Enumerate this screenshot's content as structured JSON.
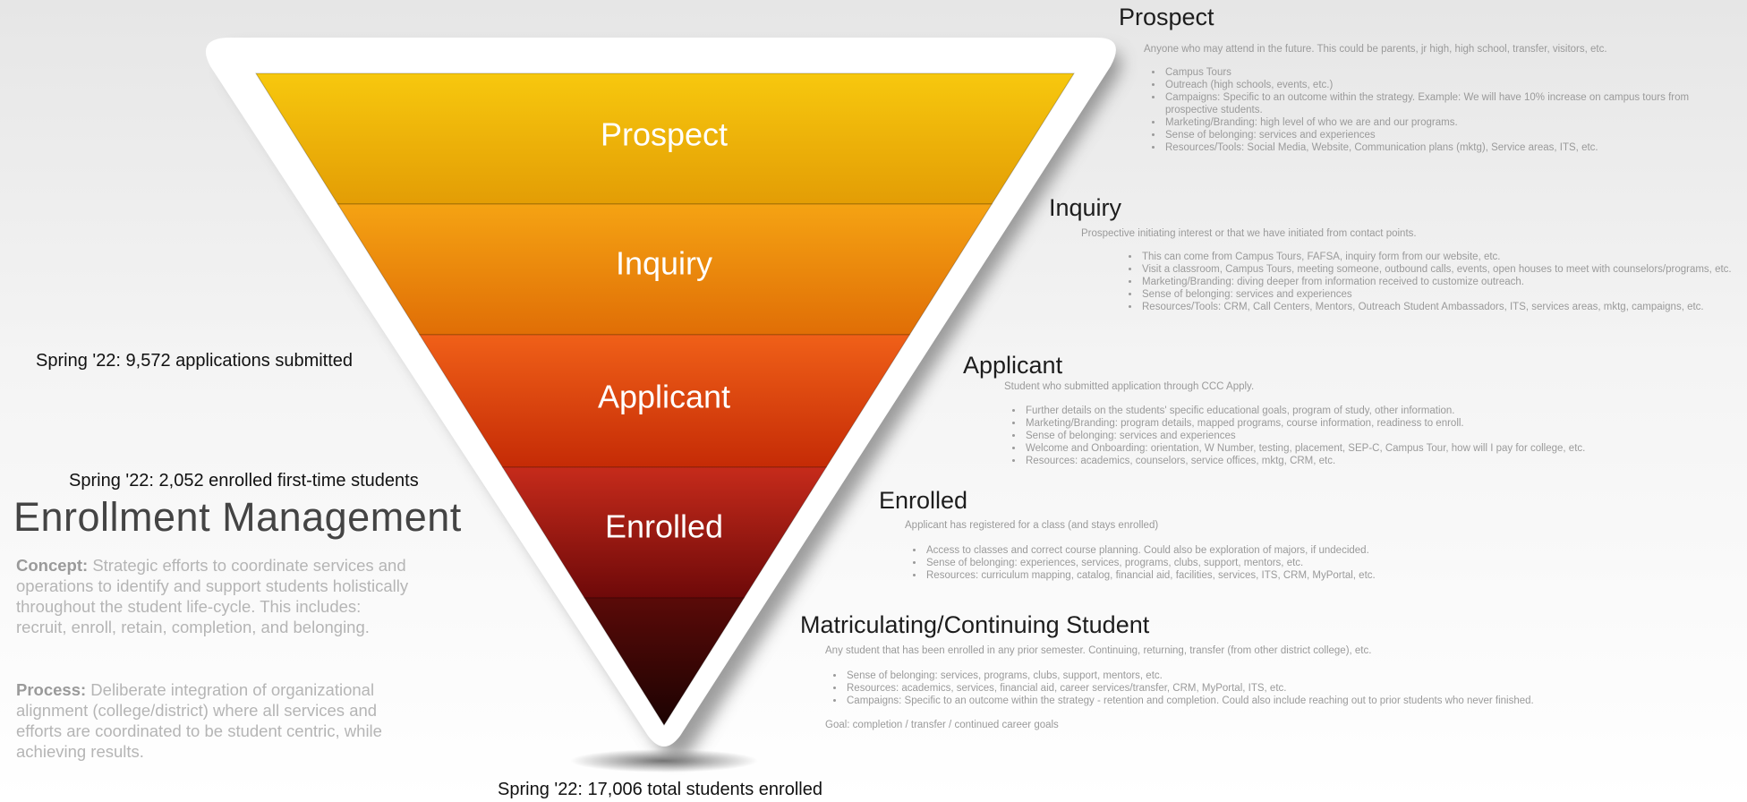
{
  "funnel": {
    "stages": [
      {
        "label": "Prospect",
        "color_top": "#f7c80e",
        "color_bottom": "#e39d05"
      },
      {
        "label": "Inquiry",
        "color_top": "#f5a313",
        "color_bottom": "#e06e06"
      },
      {
        "label": "Applicant",
        "color_top": "#f06018",
        "color_bottom": "#c52b06"
      },
      {
        "label": "Enrolled",
        "color_top": "#c62b1b",
        "color_bottom": "#6e0909"
      },
      {
        "label": "",
        "color_top": "#5a0a08",
        "color_bottom": "#1c0302"
      }
    ]
  },
  "stats": {
    "applications": "Spring '22: 9,572 applications submitted",
    "first_time": "Spring '22: 2,052 enrolled first-time students",
    "total": "Spring '22: 17,006 total students enrolled"
  },
  "em": {
    "title": "Enrollment Management",
    "concept_label": "Concept:",
    "concept_text": "Strategic efforts to coordinate services and operations to identify and support students holistically throughout the student life-cycle.  This includes: recruit, enroll, retain, completion, and belonging.",
    "process_label": "Process:",
    "process_text": "Deliberate integration of organizational alignment (college/district) where all services and efforts are coordinated to be student centric, while achieving results."
  },
  "details": {
    "prospect": {
      "title": "Prospect",
      "desc": "Anyone who may attend in the future. This could be parents, jr high, high school, transfer, visitors, etc.",
      "bullets": [
        "Campus Tours",
        "Outreach (high schools, events, etc.)",
        "Campaigns: Specific to an outcome within the strategy.  Example:  We will have 10% increase on campus tours from prospective students.",
        "Marketing/Branding:  high level of who we are and our programs.",
        "Sense of belonging: services and experiences",
        "Resources/Tools:  Social Media, Website, Communication plans (mktg), Service areas, ITS, etc."
      ]
    },
    "inquiry": {
      "title": "Inquiry",
      "desc": "Prospective initiating interest or that we have initiated from contact points.",
      "bullets": [
        "This can come from Campus Tours, FAFSA, inquiry form from our website, etc.",
        "Visit a classroom, Campus Tours, meeting someone, outbound calls, events, open houses to meet with counselors/programs, etc.",
        "Marketing/Branding: diving deeper from information received to customize outreach.",
        "Sense of belonging: services and experiences",
        "Resources/Tools: CRM, Call Centers, Mentors, Outreach Student Ambassadors, ITS, services areas, mktg, campaigns, etc."
      ]
    },
    "applicant": {
      "title": "Applicant",
      "desc": "Student who submitted application through CCC Apply.",
      "bullets": [
        "Further details on the students' specific educational goals, program of study, other information.",
        "Marketing/Branding:  program details, mapped programs, course information, readiness to enroll.",
        "Sense of belonging: services and experiences",
        "Welcome and Onboarding:  orientation, W Number, testing, placement, SEP-C, Campus Tour, how will I pay for college, etc.",
        "Resources: academics, counselors, service offices, mktg, CRM, etc."
      ]
    },
    "enrolled": {
      "title": "Enrolled",
      "desc": "Applicant has registered for a class (and stays enrolled)",
      "bullets": [
        "Access to classes and correct course planning.  Could also be exploration of majors, if undecided.",
        "Sense of belonging:  experiences, services, programs, clubs, support, mentors, etc.",
        "Resources:  curriculum mapping, catalog, financial aid, facilities, services, ITS, CRM, MyPortal, etc."
      ]
    },
    "matriculating": {
      "title": "Matriculating/Continuing Student",
      "desc": "Any student that has been enrolled in any prior semester. Continuing, returning, transfer (from other district college), etc.",
      "bullets": [
        "Sense of belonging:  services, programs, clubs, support, mentors, etc.",
        "Resources:  academics, services, financial aid, career services/transfer, CRM, MyPortal, ITS, etc.",
        "Campaigns: Specific to an outcome within the strategy - retention and completion. Could also include reaching out to prior students who never finished."
      ],
      "goal": "Goal:  completion / transfer / continued career goals"
    }
  }
}
